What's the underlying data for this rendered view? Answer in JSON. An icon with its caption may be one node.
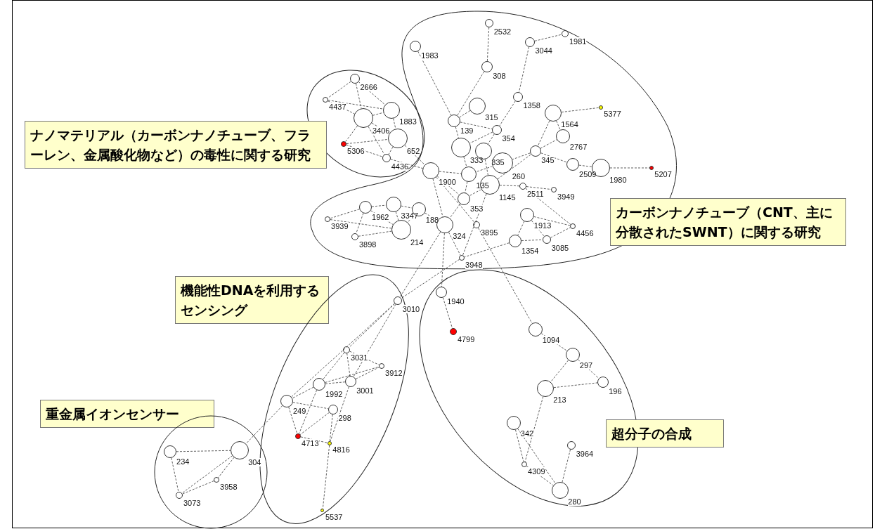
{
  "diagram": {
    "nodes": [
      {
        "text": [],
        "shape": "ellipse"
      },
      {
        "text": [],
        "shape": "circle",
        "beside": [
          "2666"
        ],
        "in": 0
      },
      {
        "text": [],
        "shape": "circle",
        "beside": [
          "4437"
        ],
        "in": 0
      },
      {
        "text": [],
        "shape": "circle",
        "beside": [
          "3406"
        ],
        "in": 0
      },
      {
        "text": [],
        "shape": "circle",
        "beside": [
          "1883"
        ],
        "in": 0
      },
      {
        "text": [],
        "shape": "circle",
        "beside": [
          "5306"
        ],
        "in": 0
      },
      {
        "text": [],
        "shape": "circle",
        "beside": [
          "652"
        ],
        "in": 0
      },
      {
        "text": [],
        "shape": "circle",
        "beside": [
          "4436"
        ],
        "in": 0
      },
      {
        "text": [
          "ナノマテリアル（カーボンナノチューブ、フラーレン、金属酸化物など）の毒性に関する研究"
        ]
      },
      {
        "text": [],
        "shape": "blob"
      },
      {
        "text": [],
        "shape": "circle",
        "beside": [
          "2532"
        ],
        "in": 9
      },
      {
        "text": [],
        "shape": "circle",
        "beside": [
          "1981"
        ],
        "in": 9
      },
      {
        "text": [],
        "shape": "circle",
        "beside": [
          "1983"
        ],
        "in": 9
      },
      {
        "text": [],
        "shape": "circle",
        "beside": [
          "3044"
        ],
        "in": 9
      },
      {
        "text": [],
        "shape": "circle",
        "beside": [
          "308"
        ],
        "in": 9
      },
      {
        "text": [],
        "shape": "circle",
        "beside": [
          "1358"
        ],
        "in": 9
      },
      {
        "text": [],
        "shape": "circle",
        "beside": [
          "315"
        ],
        "in": 9
      },
      {
        "text": [],
        "shape": "circle",
        "beside": [
          "1564"
        ],
        "in": 9
      },
      {
        "text": [],
        "shape": "circle",
        "beside": [
          "5377"
        ],
        "in": 9
      },
      {
        "text": [],
        "shape": "circle",
        "beside": [
          "139"
        ],
        "in": 9
      },
      {
        "text": [],
        "shape": "circle",
        "beside": [
          "354"
        ],
        "in": 9
      },
      {
        "text": [],
        "shape": "circle",
        "beside": [
          "2767"
        ],
        "in": 9
      },
      {
        "text": [],
        "shape": "circle",
        "beside": [
          "333"
        ],
        "in": 9
      },
      {
        "text": [],
        "shape": "circle",
        "beside": [
          "335"
        ],
        "in": 9
      },
      {
        "text": [],
        "shape": "circle",
        "beside": [
          "260"
        ],
        "in": 9
      },
      {
        "text": [],
        "shape": "circle",
        "beside": [
          "345"
        ],
        "in": 9
      },
      {
        "text": [],
        "shape": "circle",
        "beside": [
          "2509"
        ],
        "in": 9
      },
      {
        "text": [],
        "shape": "circle",
        "beside": [
          "1980"
        ],
        "in": 9
      },
      {
        "text": [],
        "shape": "circle",
        "beside": [
          "5207"
        ],
        "in": 9
      },
      {
        "text": [],
        "shape": "circle",
        "beside": [
          "1900"
        ],
        "in": 9
      },
      {
        "text": [],
        "shape": "circle",
        "beside": [
          "135"
        ],
        "in": 9
      },
      {
        "text": [],
        "shape": "circle",
        "beside": [
          "1145"
        ],
        "in": 9
      },
      {
        "text": [],
        "shape": "circle",
        "beside": [
          "2511"
        ],
        "in": 9
      },
      {
        "text": [],
        "shape": "circle",
        "beside": [
          "3949"
        ],
        "in": 9
      },
      {
        "text": [],
        "shape": "circle",
        "beside": [
          "353"
        ],
        "in": 9
      },
      {
        "text": [],
        "shape": "circle",
        "beside": [
          "1962"
        ],
        "in": 9
      },
      {
        "text": [],
        "shape": "circle",
        "beside": [
          "3347"
        ],
        "in": 9
      },
      {
        "text": [],
        "shape": "circle",
        "beside": [
          "188"
        ],
        "in": 9
      },
      {
        "text": [],
        "shape": "circle",
        "beside": [
          "3939"
        ],
        "in": 9
      },
      {
        "text": [],
        "shape": "circle",
        "beside": [
          "214"
        ],
        "in": 9
      },
      {
        "text": [],
        "shape": "circle",
        "beside": [
          "324"
        ],
        "in": 9
      },
      {
        "text": [],
        "shape": "circle",
        "beside": [
          "3895"
        ],
        "in": 9
      },
      {
        "text": [],
        "shape": "circle",
        "beside": [
          "1913"
        ],
        "in": 9
      },
      {
        "text": [],
        "shape": "circle",
        "beside": [
          "4456"
        ],
        "in": 9
      },
      {
        "text": [],
        "shape": "circle",
        "beside": [
          "3898"
        ],
        "in": 9
      },
      {
        "text": [],
        "shape": "circle",
        "beside": [
          "1354"
        ],
        "in": 9
      },
      {
        "text": [],
        "shape": "circle",
        "beside": [
          "3085"
        ],
        "in": 9
      },
      {
        "text": [],
        "shape": "circle",
        "beside": [
          "3948"
        ],
        "in": 9
      },
      {
        "text": [
          "カーボンナノチューブ（CNT、主に分散されたSWNT）に関する研究"
        ]
      },
      {
        "text": [
          "機能性DNAを利用するセンシング"
        ]
      },
      {
        "text": [],
        "shape": "ellipse"
      },
      {
        "text": [],
        "shape": "circle",
        "beside": [
          "3010"
        ],
        "in": 50
      },
      {
        "text": [],
        "shape": "circle",
        "beside": [
          "3031"
        ],
        "in": 50
      },
      {
        "text": [],
        "shape": "circle",
        "beside": [
          "3912"
        ],
        "in": 50
      },
      {
        "text": [],
        "shape": "circle",
        "beside": [
          "1992"
        ],
        "in": 50
      },
      {
        "text": [],
        "shape": "circle",
        "beside": [
          "3001"
        ],
        "in": 50
      },
      {
        "text": [],
        "shape": "circle",
        "beside": [
          "249"
        ],
        "in": 50
      },
      {
        "text": [],
        "shape": "circle",
        "beside": [
          "298"
        ],
        "in": 50
      },
      {
        "text": [],
        "shape": "circle",
        "beside": [
          "4713"
        ],
        "in": 50
      },
      {
        "text": [],
        "shape": "circle",
        "beside": [
          "4816"
        ],
        "in": 50
      },
      {
        "text": [],
        "shape": "circle",
        "beside": [
          "5537"
        ],
        "in": 50
      },
      {
        "text": [],
        "shape": "ellipse"
      },
      {
        "text": [],
        "shape": "circle",
        "beside": [
          "1940"
        ],
        "in": 61
      },
      {
        "text": [],
        "shape": "circle",
        "beside": [
          "4799"
        ],
        "in": 61
      },
      {
        "text": [],
        "shape": "circle",
        "beside": [
          "1094"
        ],
        "in": 61
      },
      {
        "text": [],
        "shape": "circle",
        "beside": [
          "297"
        ],
        "in": 61
      },
      {
        "text": [],
        "shape": "circle",
        "beside": [
          "213"
        ],
        "in": 61
      },
      {
        "text": [],
        "shape": "circle",
        "beside": [
          "196"
        ],
        "in": 61
      },
      {
        "text": [],
        "shape": "circle",
        "beside": [
          "342"
        ],
        "in": 61
      },
      {
        "text": [],
        "shape": "circle",
        "beside": [
          "3964"
        ],
        "in": 61
      },
      {
        "text": [],
        "shape": "circle",
        "beside": [
          "4309"
        ],
        "in": 61
      },
      {
        "text": [],
        "shape": "circle",
        "beside": [
          "280"
        ],
        "in": 61
      },
      {
        "text": [
          "重金属イオンセンサー"
        ]
      },
      {
        "text": [],
        "shape": "circle"
      },
      {
        "text": [],
        "shape": "circle",
        "beside": [
          "234"
        ],
        "in": 73
      },
      {
        "text": [],
        "shape": "circle",
        "beside": [
          "304"
        ],
        "in": 73
      },
      {
        "text": [],
        "shape": "circle",
        "beside": [
          "3958"
        ],
        "in": 73
      },
      {
        "text": [],
        "shape": "circle",
        "beside": [
          "3073"
        ],
        "in": 73
      },
      {
        "text": [
          "超分子の合成"
        ]
      }
    ],
    "edges": [
      {
        "from": 1,
        "to": 2,
        "arrow": "none"
      },
      {
        "from": 1,
        "to": 3,
        "arrow": "none"
      },
      {
        "from": 1,
        "to": 4,
        "arrow": "none"
      },
      {
        "from": 2,
        "to": 3,
        "arrow": "none"
      },
      {
        "from": 2,
        "to": 4,
        "arrow": "none"
      },
      {
        "from": 3,
        "to": 4,
        "arrow": "none"
      },
      {
        "from": 3,
        "to": 6,
        "arrow": "none"
      },
      {
        "from": 3,
        "to": 5,
        "arrow": "none"
      },
      {
        "from": 3,
        "to": 7,
        "arrow": "none"
      },
      {
        "from": 5,
        "to": 6,
        "arrow": "none"
      },
      {
        "from": 5,
        "to": 7,
        "arrow": "none"
      },
      {
        "from": 4,
        "to": 6,
        "arrow": "none"
      },
      {
        "from": 6,
        "to": 7,
        "arrow": "none"
      },
      {
        "from": 6,
        "to": 29,
        "arrow": "none"
      },
      {
        "from": 7,
        "to": 29,
        "arrow": "none"
      },
      {
        "from": 10,
        "to": 14,
        "arrow": "none"
      },
      {
        "from": 14,
        "to": 19,
        "arrow": "none"
      },
      {
        "from": 13,
        "to": 11,
        "arrow": "none"
      },
      {
        "from": 13,
        "to": 15,
        "arrow": "none"
      },
      {
        "from": 15,
        "to": 20,
        "arrow": "none"
      },
      {
        "from": 12,
        "to": 19,
        "arrow": "none"
      },
      {
        "from": 16,
        "to": 19,
        "arrow": "none"
      },
      {
        "from": 19,
        "to": 20,
        "arrow": "none"
      },
      {
        "from": 19,
        "to": 22,
        "arrow": "none"
      },
      {
        "from": 17,
        "to": 18,
        "arrow": "none"
      },
      {
        "from": 17,
        "to": 21,
        "arrow": "none"
      },
      {
        "from": 17,
        "to": 25,
        "arrow": "none"
      },
      {
        "from": 25,
        "to": 21,
        "arrow": "none"
      },
      {
        "from": 25,
        "to": 24,
        "arrow": "none"
      },
      {
        "from": 25,
        "to": 26,
        "arrow": "none"
      },
      {
        "from": 26,
        "to": 27,
        "arrow": "none"
      },
      {
        "from": 27,
        "to": 28,
        "arrow": "none"
      },
      {
        "from": 20,
        "to": 23,
        "arrow": "none"
      },
      {
        "from": 20,
        "to": 22,
        "arrow": "none"
      },
      {
        "from": 24,
        "to": 30,
        "arrow": "none"
      },
      {
        "from": 22,
        "to": 30,
        "arrow": "none"
      },
      {
        "from": 23,
        "to": 31,
        "arrow": "none"
      },
      {
        "from": 29,
        "to": 30,
        "arrow": "none"
      },
      {
        "from": 29,
        "to": 34,
        "arrow": "none"
      },
      {
        "from": 29,
        "to": 41,
        "arrow": "none"
      },
      {
        "from": 29,
        "to": 40,
        "arrow": "none"
      },
      {
        "from": 30,
        "to": 34,
        "arrow": "none"
      },
      {
        "from": 31,
        "to": 32,
        "arrow": "none"
      },
      {
        "from": 31,
        "to": 34,
        "arrow": "none"
      },
      {
        "from": 31,
        "to": 47,
        "arrow": "none"
      },
      {
        "from": 31,
        "to": 25,
        "arrow": "none"
      },
      {
        "from": 32,
        "to": 33,
        "arrow": "none"
      },
      {
        "from": 32,
        "to": 43,
        "arrow": "none"
      },
      {
        "from": 42,
        "to": 43,
        "arrow": "none"
      },
      {
        "from": 42,
        "to": 45,
        "arrow": "none"
      },
      {
        "from": 42,
        "to": 46,
        "arrow": "none"
      },
      {
        "from": 46,
        "to": 43,
        "arrow": "none"
      },
      {
        "from": 45,
        "to": 46,
        "arrow": "none"
      },
      {
        "from": 45,
        "to": 47,
        "arrow": "none"
      },
      {
        "from": 34,
        "to": 40,
        "arrow": "none"
      },
      {
        "from": 40,
        "to": 47,
        "arrow": "none"
      },
      {
        "from": 41,
        "to": 64,
        "arrow": "none"
      },
      {
        "from": 40,
        "to": 62,
        "arrow": "none"
      },
      {
        "from": 40,
        "to": 51,
        "arrow": "none"
      },
      {
        "from": 47,
        "to": 51,
        "arrow": "none"
      },
      {
        "from": 35,
        "to": 36,
        "arrow": "none"
      },
      {
        "from": 35,
        "to": 38,
        "arrow": "none"
      },
      {
        "from": 35,
        "to": 44,
        "arrow": "none"
      },
      {
        "from": 35,
        "to": 39,
        "arrow": "none"
      },
      {
        "from": 38,
        "to": 39,
        "arrow": "none"
      },
      {
        "from": 44,
        "to": 39,
        "arrow": "none"
      },
      {
        "from": 36,
        "to": 39,
        "arrow": "none"
      },
      {
        "from": 36,
        "to": 37,
        "arrow": "none"
      },
      {
        "from": 37,
        "to": 39,
        "arrow": "none"
      },
      {
        "from": 37,
        "to": 40,
        "arrow": "none"
      },
      {
        "from": 51,
        "to": 52,
        "arrow": "none"
      },
      {
        "from": 51,
        "to": 55,
        "arrow": "none"
      },
      {
        "from": 51,
        "to": 56,
        "arrow": "none"
      },
      {
        "from": 52,
        "to": 54,
        "arrow": "none"
      },
      {
        "from": 52,
        "to": 55,
        "arrow": "none"
      },
      {
        "from": 52,
        "to": 53,
        "arrow": "none"
      },
      {
        "from": 54,
        "to": 53,
        "arrow": "none"
      },
      {
        "from": 54,
        "to": 55,
        "arrow": "none"
      },
      {
        "from": 54,
        "to": 56,
        "arrow": "none"
      },
      {
        "from": 54,
        "to": 58,
        "arrow": "none"
      },
      {
        "from": 55,
        "to": 53,
        "arrow": "none"
      },
      {
        "from": 55,
        "to": 59,
        "arrow": "none"
      },
      {
        "from": 56,
        "to": 57,
        "arrow": "none"
      },
      {
        "from": 56,
        "to": 58,
        "arrow": "none"
      },
      {
        "from": 57,
        "to": 58,
        "arrow": "none"
      },
      {
        "from": 57,
        "to": 59,
        "arrow": "none"
      },
      {
        "from": 58,
        "to": 59,
        "arrow": "none"
      },
      {
        "from": 59,
        "to": 60,
        "arrow": "none"
      },
      {
        "from": 56,
        "to": 75,
        "arrow": "none"
      },
      {
        "from": 74,
        "to": 75,
        "arrow": "none"
      },
      {
        "from": 74,
        "to": 77,
        "arrow": "none"
      },
      {
        "from": 75,
        "to": 77,
        "arrow": "none"
      },
      {
        "from": 75,
        "to": 76,
        "arrow": "none"
      },
      {
        "from": 76,
        "to": 77,
        "arrow": "none"
      },
      {
        "from": 62,
        "to": 63,
        "arrow": "none"
      },
      {
        "from": 64,
        "to": 65,
        "arrow": "none"
      },
      {
        "from": 65,
        "to": 66,
        "arrow": "none"
      },
      {
        "from": 65,
        "to": 67,
        "arrow": "none"
      },
      {
        "from": 66,
        "to": 67,
        "arrow": "none"
      },
      {
        "from": 66,
        "to": 70,
        "arrow": "none"
      },
      {
        "from": 68,
        "to": 70,
        "arrow": "none"
      },
      {
        "from": 68,
        "to": 71,
        "arrow": "none"
      },
      {
        "from": 70,
        "to": 71,
        "arrow": "none"
      },
      {
        "from": 69,
        "to": 71,
        "arrow": "none"
      }
    ]
  }
}
